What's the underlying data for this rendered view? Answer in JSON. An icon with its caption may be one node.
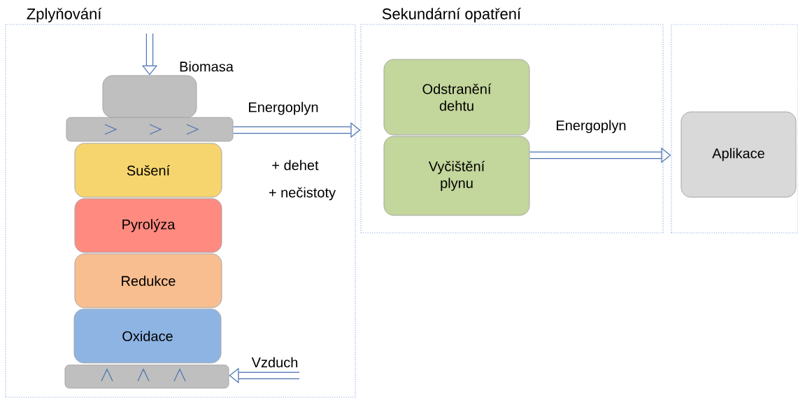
{
  "diagram": {
    "nodes": [
      {
        "text": [
          "Zplyňování"
        ]
      },
      {
        "text": [],
        "shape": "box",
        "in": 0
      },
      {
        "text": [],
        "shape": "bar",
        "in": 0
      },
      {
        "text": [
          "Sušení"
        ],
        "in": 0
      },
      {
        "text": [
          "Pyrolýza"
        ],
        "in": 0
      },
      {
        "text": [
          "Redukce"
        ],
        "in": 0
      },
      {
        "text": [
          "Oxidace"
        ],
        "in": 0
      },
      {
        "text": [],
        "shape": "bar",
        "in": 0
      },
      {
        "text": [
          "Sekundární opatření"
        ]
      },
      {
        "text": [
          "Odstranění dehtu"
        ],
        "in": 8
      },
      {
        "text": [
          "Vyčištění plynu"
        ],
        "in": 8
      },
      {
        "text": [],
        "shape": "box"
      },
      {
        "text": [
          "Aplikace"
        ],
        "in": 11
      }
    ],
    "edges": [
      {
        "from": null,
        "to": 1,
        "arrow": "to",
        "label": "Biomasa"
      },
      {
        "from": 2,
        "to": 8,
        "arrow": "to",
        "label": "Energoplyn"
      },
      {
        "from": 10,
        "to": 11,
        "arrow": "to",
        "label": "Energoplyn"
      },
      {
        "from": null,
        "to": 7,
        "arrow": "to",
        "label": "Vzduch"
      }
    ],
    "labels": [
      "+ dehet",
      "+ nečistoty"
    ]
  }
}
